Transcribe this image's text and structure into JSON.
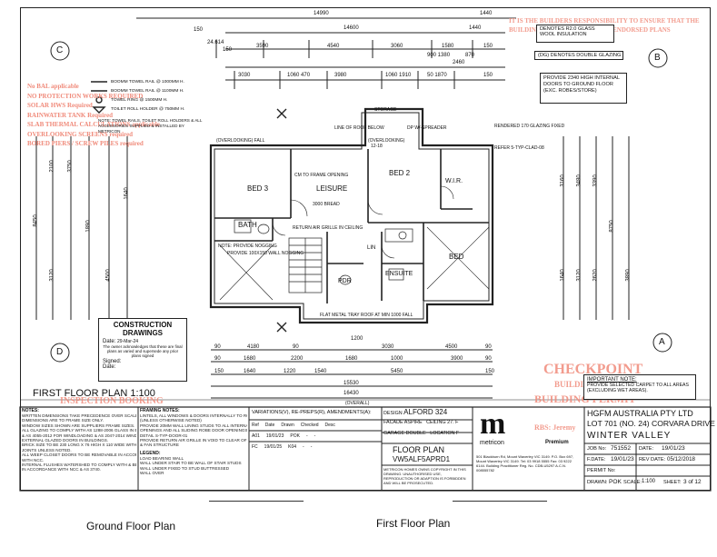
{
  "captions": {
    "left": "Ground Floor Plan",
    "right": "First Floor Plan"
  },
  "plan_title": "FIRST FLOOR PLAN 1:100",
  "grid_markers": [
    "C",
    "B",
    "D",
    "A"
  ],
  "dims_top": {
    "overall1": "14990",
    "overall2": "14600",
    "right1": "1440",
    "right2": "1440",
    "left_small": "150",
    "row3": [
      "24.614",
      "150",
      "3590",
      "4540",
      "3060",
      "1580",
      "150"
    ],
    "row4": [
      "2460",
      "3030",
      "1060 470",
      "3980",
      "1060 1910",
      "50 1870",
      "150"
    ],
    "row4b": [
      "900 1380",
      "870"
    ]
  },
  "dims_bottom": {
    "row1": [
      "90",
      "4180",
      "90",
      "1200",
      "3030",
      "4500",
      "90"
    ],
    "row2": [
      "90",
      "1680",
      "2200",
      "1680",
      "1000",
      "3900",
      "90"
    ],
    "row3": [
      "150",
      "1640",
      "1220",
      "1540",
      "5450",
      "150"
    ],
    "overall1": "15530",
    "overall2": "16430",
    "overall_note": "(OVERALL)"
  },
  "dims_left": [
    "8450",
    "2100",
    "3750",
    "3120",
    "1890",
    "4500",
    "1640"
  ],
  "dims_right": [
    "3160",
    "3480",
    "3390",
    "8750",
    "3890",
    "1640",
    "3120",
    "2620"
  ],
  "rooms": [
    "BED 3",
    "LEISURE",
    "BED 2",
    "W.I.R.",
    "BATH",
    "ENSUITE",
    "PDR",
    "BED",
    "LIN"
  ],
  "legend_keys": [
    "BOOMM TOWEL RAIL @ 1000MM H.",
    "BOOMM TOWEL RAIL @ 1100MM H.",
    "TOWEL RING @ 1500MM H.",
    "TOILET ROLL HOLDER @ 750MM H."
  ],
  "legend_note": "NOTE: TOWEL RAILS, TOILET ROLL HOLDERS & ALL ACCESSORIES SUPPLIED & INSTALLED BY METRICON",
  "glass_box": {
    "line1": "DENOTES R2.0 GLASS",
    "line2": "WOOL INSULATION",
    "line3": "(DG) DENOTES DOUBLE GLAZING"
  },
  "provide_box": "PROVIDE 2340 HIGH INTERNAL DOORS TO GROUND FLOOR (EXC. ROBES/STORE)",
  "watermarks": {
    "builder_top": "IT IS THE BUILDERS RESPONSIBILITY TO ENSURE THAT THE BUILDING COMPLIES WITH THE ENDORSED PLANS",
    "left_block": [
      "No BAL applicable",
      "NO PROTECTION WORKS REQUIRED",
      "SOLAR HWS Required",
      "RAINWATER TANK Required",
      "SLAB THERMAL CALCULATIONS applicable",
      "OVERLOOKING SCREENS required",
      "BORED PIERS / SCREW PILES required"
    ],
    "checkpoint": "CHECKPOINT",
    "checkpoint_sub": [
      "BUILDING SURVEYORS",
      "BUILDING PERMIT"
    ],
    "inspection": "INSPECTION BOOKING",
    "rbs": "RBS: Jeremy"
  },
  "construction_box": {
    "title1": "CONSTRUCTION",
    "title2": "DRAWINGS",
    "date_label": "Date:",
    "date_value": "29-Mar-24",
    "ack": "The owner acknowledges that these are final plans as varied and supersede any prior plans signed",
    "signed_label": "Signed:",
    "date2_label": "Date:"
  },
  "important_note": {
    "title": "IMPORTANT NOTE:",
    "body": "PROVIDE SELECTED CARPET TO ALL AREAS (EXCLUDING WET AREAS)."
  },
  "title_block": {
    "variations_header": "VARIATIONS(V), RE-PREPS(R), AMENDMENTS(A):",
    "table_cols": [
      "Ref",
      "Date",
      "Drawn",
      "Checked",
      "Desc"
    ],
    "rows": [
      [
        "A01",
        "19/01/23",
        "POK",
        "-",
        "-"
      ],
      [
        "FC",
        "19/01/25",
        "K04",
        "-",
        "-"
      ]
    ],
    "design_label": "DESIGN",
    "design_value": "ALFORD 324",
    "facade_label": "FACADE",
    "facade_value": "ASPIRE",
    "ceiling_label": "CEILING",
    "ceiling_value": "27. F",
    "garage_label": "GARAGE",
    "garage_value": "DOUBLE",
    "location_label": "LOCATION",
    "location_value": "F",
    "sheet_title": "FLOOR PLAN",
    "drawing_no": "VW5ALF5APRD1",
    "copyright": "METRICON HOMES OWNS COPYRIGHT IN THIS DRAWING. UNAUTHORISED USE, REPRODUCTION OR ADAPTION IS FORBIDDEN AND WILL BE PROSECUTED.",
    "logo": "m",
    "brand": "metricon",
    "range": "Premium",
    "client": "HGFM AUSTRALIA PTY LTD",
    "lot": "LOT 701 (NO. 24) CORVARA DRIVE",
    "suburb": "WINTER VALLEY",
    "job_label": "JOB No:",
    "job_value": "751552",
    "date_label": "DATE:",
    "date_value": "19/01/23",
    "fdate_label": "F.DATE:",
    "fdate_value": "19/01/23",
    "revdate_label": "REV DATE:",
    "revdate_value": "05/12/2018",
    "permit_label": "PERMIT No:",
    "drawn_label": "DRAWN:",
    "drawn_value": "POK",
    "scale_label": "SCALE:",
    "scale_value": "1:100",
    "sheet_label": "SHEET:",
    "sheet_value": "3 of 12",
    "address": "501 Blackburn Rd, Mount Waverley VIC 3149. P.O. Box 697, Mount Waverley VIC 3149. Tel: 03 9918 5555 Fax: 03 9222 6144. Building Practitioner Reg. No. CDB-U5297 A.C.N. 008555782"
  },
  "notes_header": "NOTES:",
  "general_notes": [
    "WRITTEN DIMENSIONS TAKE PRECEDENCE OVER SCALE. FLOOR PLAN",
    "DIMENSIONS ARE TO FRAME SIZE ONLY.",
    "WINDOW SIZES SHOWN ARE SUPPLIERS FRAME SIZES.",
    "ALL GLAZING TO COMPLY WITH AS 1288-2006 GLASS IN BUILDINGS",
    "& AS 4055-2012 FOR WINDLOADING & AS 2047-2014 WINDOWS &",
    "EXTERNAL GLAZED DOORS IN BUILDINGS.",
    "BRICK SIZE TO BE 230 LONG X 76 HIGH X 110 WIDE WITH 10MM",
    "JOINTS UNLESS NOTED.",
    "ALL WEEP CLOSET DOORS TO BE REMOVABLE IN ACCORDANCE",
    "WITH NCC.",
    "INTERNAL FLUSHES WATERSHED TO COMPLY WITH & BE INSTALLED",
    "IN ACCORDANCE WITH NCC & AS 3740."
  ],
  "framing_notes_header": "FRAMING NOTES:",
  "framing_notes": [
    "LINTELS, ALL WINDOWS & DOORS INTERNALLY TO ROOM",
    "(UNLESS OTHERWISE NOTED)",
    "PROVIDE 20MM WALL LINING STUDS TO ALL INTERNAL DOOR",
    "OPENINGS AND ALL SLIDING ROBE DOOR OPENINGS AS PER",
    "DETAIL S-TYP-DOOR-01",
    "PROVIDE RETURN AIR GRILLE IN VOID TO CLEAR OF TRUSS",
    "& FAN STRUCTURE"
  ],
  "legend_header": "LEGEND:",
  "legend_items": [
    "LOAD BEARING WALL",
    "WALL UNDER STAIR TO BE WALL OF STAIR STUDS",
    "WALL UNDER FIXED TO STUD BUTTRESSED",
    "WALL OVER"
  ],
  "annotations": [
    "STORAGE",
    "LINE OF ROOF BELOW",
    "DP W/-SPREADER",
    "(OVERLOOKING)",
    "12-18",
    "(OVERLOOKING) FALL",
    "CM TO FRAME OPENING",
    "3000 BREAD",
    "RETURN AIR GRILLE IN CEILING",
    "NOTE: PROVIDE NOGGING",
    "REFER 5-TYP-CLAD-08",
    "PROVIDE 100X150 WALL NOGGING",
    "FLAT METAL TRAY ROOF AT MIN 1000 FALL",
    "RENDERED 170 GLAZING FIXED"
  ]
}
